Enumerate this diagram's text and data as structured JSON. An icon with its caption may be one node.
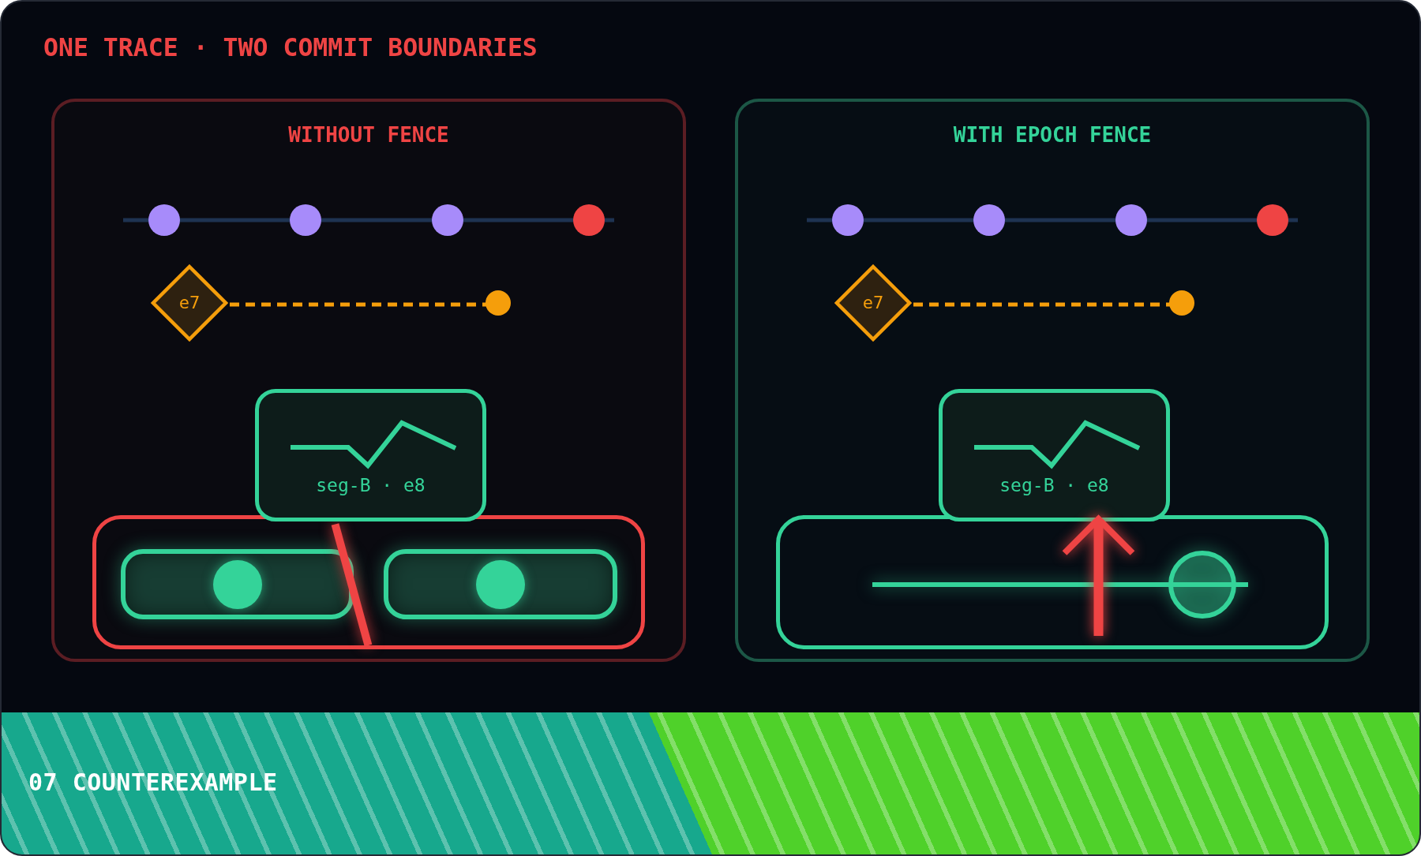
{
  "diagram": {
    "title": "ONE TRACE · TWO COMMIT BOUNDARIES",
    "nodes": [
      {
        "text": [
          "WITHOUT FENCE"
        ]
      },
      {
        "text": [
          "e7"
        ],
        "in": 0
      },
      {
        "text": [],
        "shape": "circle",
        "in": 0
      },
      {
        "text": [
          "seg-B · e8"
        ],
        "in": 0
      },
      {
        "text": [],
        "shape": "box",
        "in": 0
      },
      {
        "text": [],
        "shape": "box",
        "in": 4
      },
      {
        "text": [],
        "shape": "box",
        "in": 4
      },
      {
        "text": [
          "WITH EPOCH FENCE"
        ]
      },
      {
        "text": [
          "e7"
        ],
        "in": 7
      },
      {
        "text": [],
        "shape": "circle",
        "in": 7
      },
      {
        "text": [
          "seg-B · e8"
        ],
        "in": 7
      },
      {
        "text": [],
        "shape": "box",
        "in": 7
      },
      {
        "text": [
          "07 COUNTEREXAMPLE"
        ]
      }
    ],
    "edges": [
      {
        "from": 1,
        "to": 2,
        "arrow": "none",
        "style": "dashed"
      },
      {
        "from": 8,
        "to": 9,
        "arrow": "none",
        "style": "dashed"
      },
      {
        "from": 11,
        "to": 10,
        "arrow": "to",
        "style": "thick",
        "color": "#ef4444"
      }
    ]
  }
}
